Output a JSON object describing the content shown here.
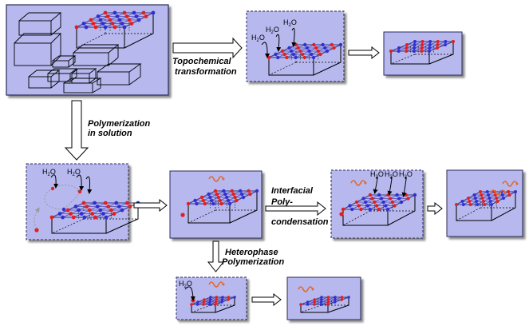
{
  "labels": {
    "topochemical_line1": "Topochemical",
    "topochemical_line2": "transformation",
    "polymerization_line1": "Polymerization",
    "polymerization_line2": "in solution",
    "interfacial_line1": "Interfacial",
    "interfacial_line2": "Poly-",
    "interfacial_line3": "condensation",
    "heterophase_line1": "Heterophase",
    "heterophase_line2": "Polymerization"
  },
  "water": {
    "h": "H",
    "o": "O",
    "sub": "2"
  },
  "colors": {
    "panel_fill": "#b7b8ee",
    "panel_border": "#2a2a5a",
    "red_atom": "#e02020",
    "blue_atom": "#3030d0",
    "orange_chain": "#e06a2a"
  }
}
